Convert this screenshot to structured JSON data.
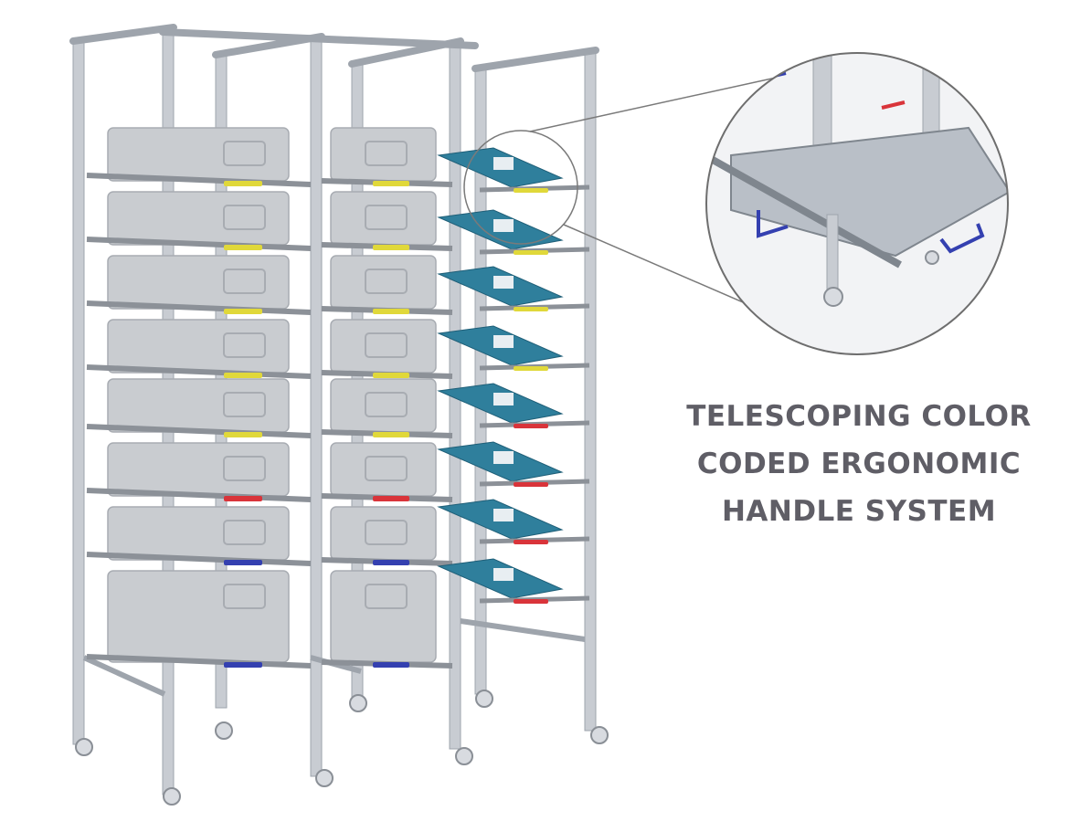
{
  "caption": {
    "lines": [
      "TELESCOPING COLOR",
      "CODED ERGONOMIC",
      "HANDLE SYSTEM"
    ],
    "color": "#5f5e66"
  },
  "colors": {
    "frame": "#c8ccd2",
    "frame_dark": "#9ea4ac",
    "bin": "#c9ccd0",
    "bin_dark": "#a8acb2",
    "tray": "#2f7f9c",
    "tray_dark": "#1f5f78",
    "rail": "#8c9198",
    "handle_yellow": "#e0d83a",
    "handle_red": "#d9343a",
    "handle_blue": "#3440b0",
    "callout_line": "#7a7a7a"
  },
  "shelves": {
    "handle_colors": [
      "yellow",
      "yellow",
      "yellow",
      "yellow",
      "yellow",
      "red",
      "blue",
      "blue"
    ],
    "tray_handle_colors": [
      "yellow",
      "yellow",
      "yellow",
      "yellow",
      "red",
      "red",
      "red",
      "red"
    ]
  },
  "zoom_detail": {
    "handle_colors": [
      "blue",
      "red",
      "blue",
      "blue"
    ]
  }
}
